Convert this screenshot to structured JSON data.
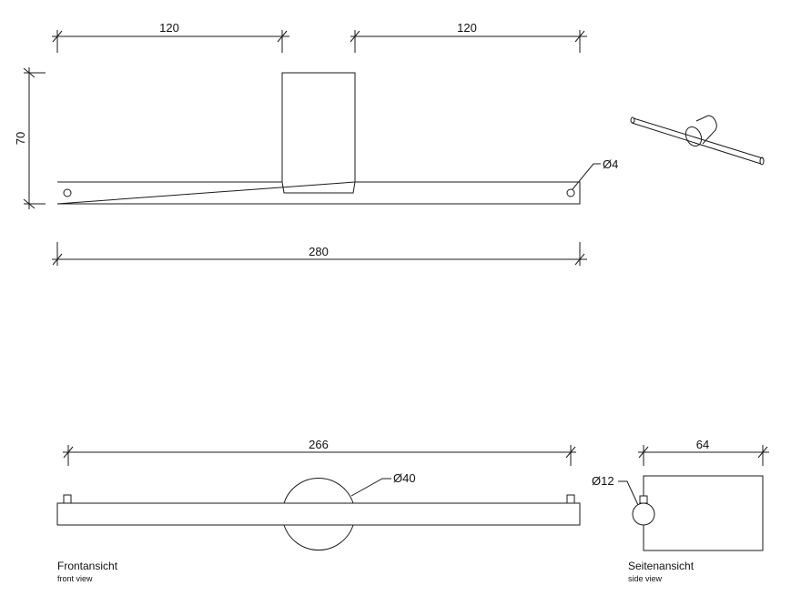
{
  "top_view": {
    "dim_left": "120",
    "dim_right": "120",
    "dim_height": "70",
    "dim_total": "280",
    "hole_label": "Ø4"
  },
  "front_view": {
    "dim_length": "266",
    "diameter_label": "Ø40",
    "title": "Frontansicht",
    "subtitle": "front view"
  },
  "side_view": {
    "dim_depth": "64",
    "diameter_label": "Ø12",
    "title": "Seitenansicht",
    "subtitle": "side view"
  }
}
